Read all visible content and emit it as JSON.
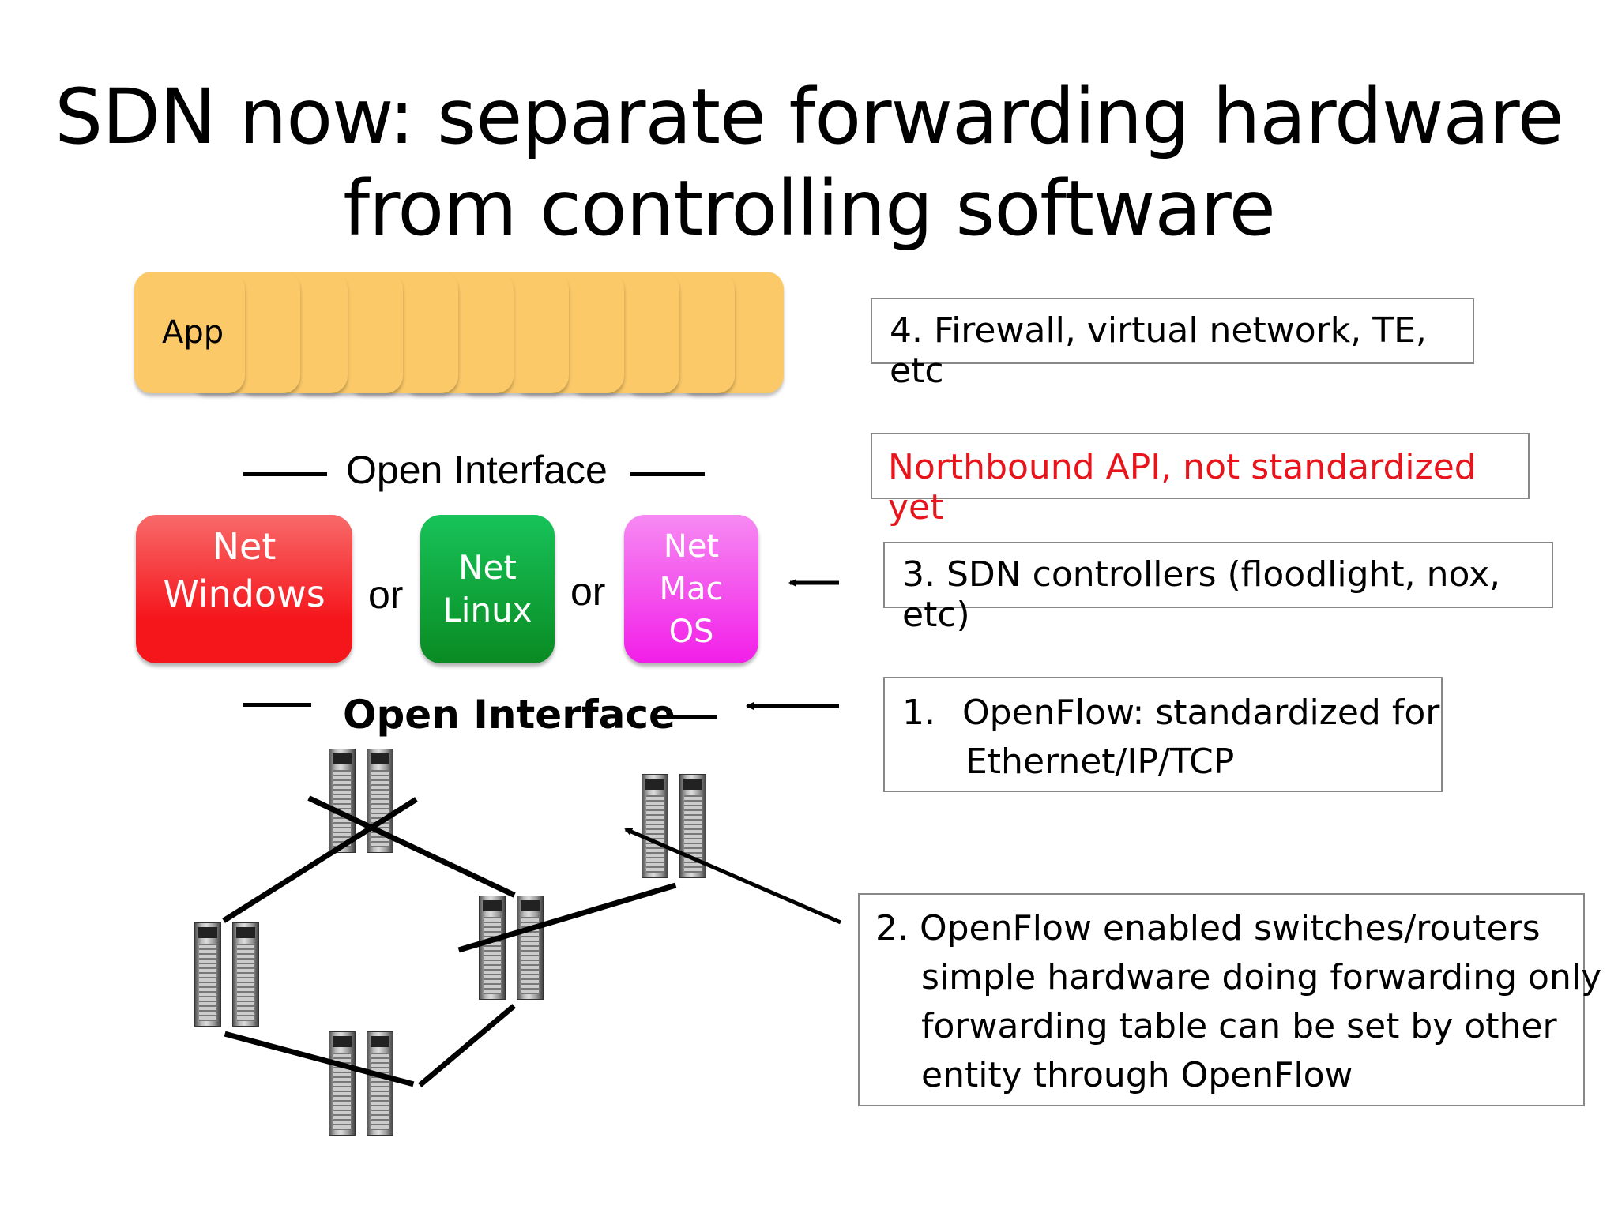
{
  "title": {
    "line1": "SDN now: separate forwarding hardware",
    "line2": "from controlling software"
  },
  "app_label": "App",
  "open_interface_top": "Open Interface",
  "open_interface_bottom": "Open Interface",
  "os": {
    "windows": {
      "line1": "Net",
      "line2": "Windows"
    },
    "linux": {
      "line1": "Net",
      "line2": "Linux"
    },
    "mac": {
      "line1": "Net",
      "line2": "Mac",
      "line3": "OS"
    },
    "or1": "or",
    "or2": "or"
  },
  "boxes": {
    "firewall": "4. Firewall, virtual network, TE, etc",
    "northbound": "Northbound API, not standardized yet",
    "controllers": "3. SDN controllers (floodlight, nox, etc)",
    "openflow_num": "1.",
    "openflow_line1": "OpenFlow: standardized for",
    "openflow_line2": "Ethernet/IP/TCP",
    "switches_line1": "2. OpenFlow enabled switches/routers",
    "switches_line2": "simple hardware doing forwarding only",
    "switches_line3": "forwarding table can be set by other",
    "switches_line4": "entity through OpenFlow"
  },
  "colors": {
    "app": "#fbc968",
    "windows_top": "#f86a6a",
    "windows_bottom": "#f5161c",
    "linux_top": "#17c35a",
    "linux_bottom": "#0a8a22",
    "mac_top": "#f68af2",
    "mac_bottom": "#f21ee8",
    "northbound_text": "#e8141b"
  }
}
